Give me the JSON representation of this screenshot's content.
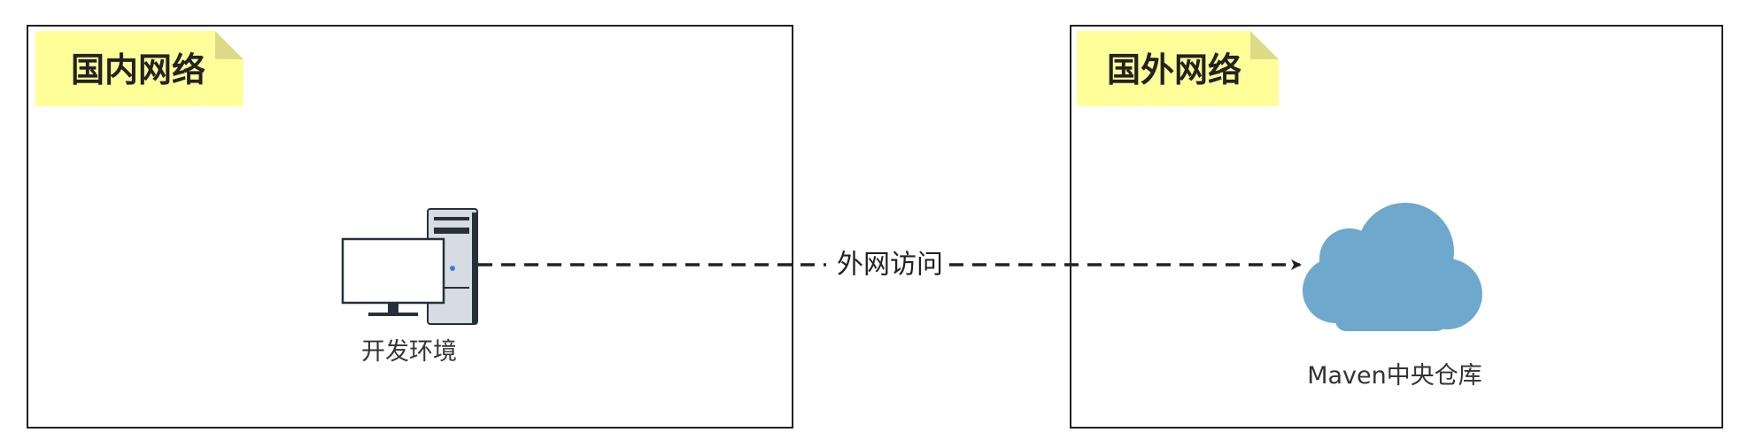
{
  "diagram": {
    "zones": [
      {
        "id": "domestic",
        "title": "国内网络",
        "icon": "note-icon"
      },
      {
        "id": "overseas",
        "title": "国外网络",
        "icon": "note-icon"
      }
    ],
    "nodes": [
      {
        "id": "dev",
        "label": "开发环境",
        "icon": "computer-icon"
      },
      {
        "id": "maven",
        "label": "Maven中央仓库",
        "icon": "cloud-icon"
      }
    ],
    "edges": [
      {
        "from": "dev",
        "to": "maven",
        "label": "外网访问",
        "style": "dashed",
        "arrow": "end"
      }
    ],
    "colors": {
      "zone_border": "#222222",
      "note_fill": "#ffff99",
      "note_fold": "#dcdc88",
      "cloud_fill": "#6ea8cc",
      "edge": "#222222",
      "monitor_frame": "#263038",
      "tower_fill": "#d5dde3"
    }
  }
}
